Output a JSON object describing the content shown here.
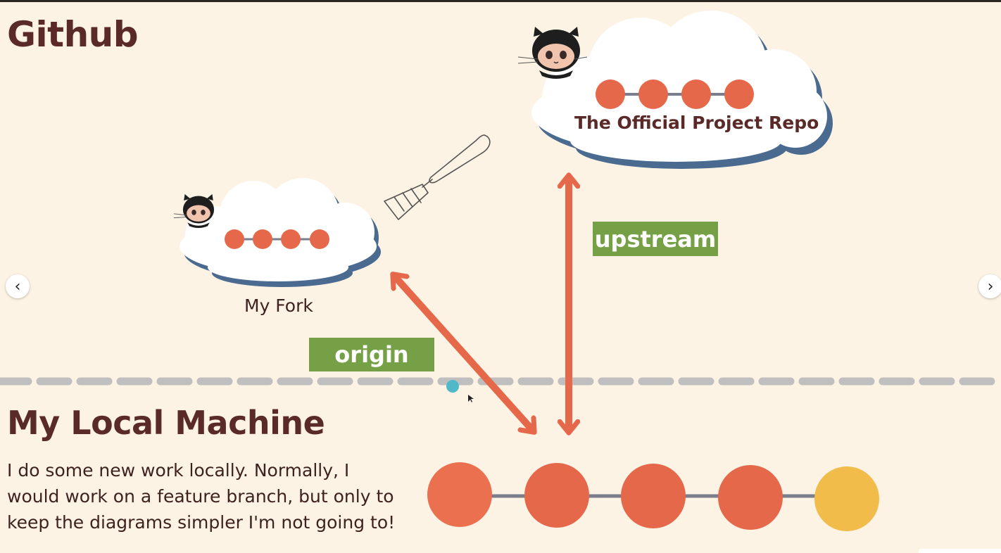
{
  "slide": {
    "title": "Github",
    "section_title": "My Local Machine",
    "description": "I do some new work locally.  Normally, I would work on a feature branch, but only to keep the diagrams simpler I'm not going to!"
  },
  "labels": {
    "origin": "origin",
    "upstream": "upstream",
    "fork_caption": "My Fork",
    "repo_caption": "The Official Project Repo"
  },
  "nav": {
    "prev_icon": "‹",
    "next_icon": "›"
  },
  "icons": [
    "octocat-icon",
    "fork-icon",
    "chevron-left-icon",
    "chevron-right-icon"
  ],
  "colors": {
    "background": "#fdf3e4",
    "commit": "#e5684a",
    "new_commit": "#f2bc4b",
    "arrow": "#e5684a",
    "label_bg": "#76a046",
    "cloud_shadow": "#4a6a90",
    "divider": "#bfbfbf",
    "title": "#5a2a28"
  }
}
